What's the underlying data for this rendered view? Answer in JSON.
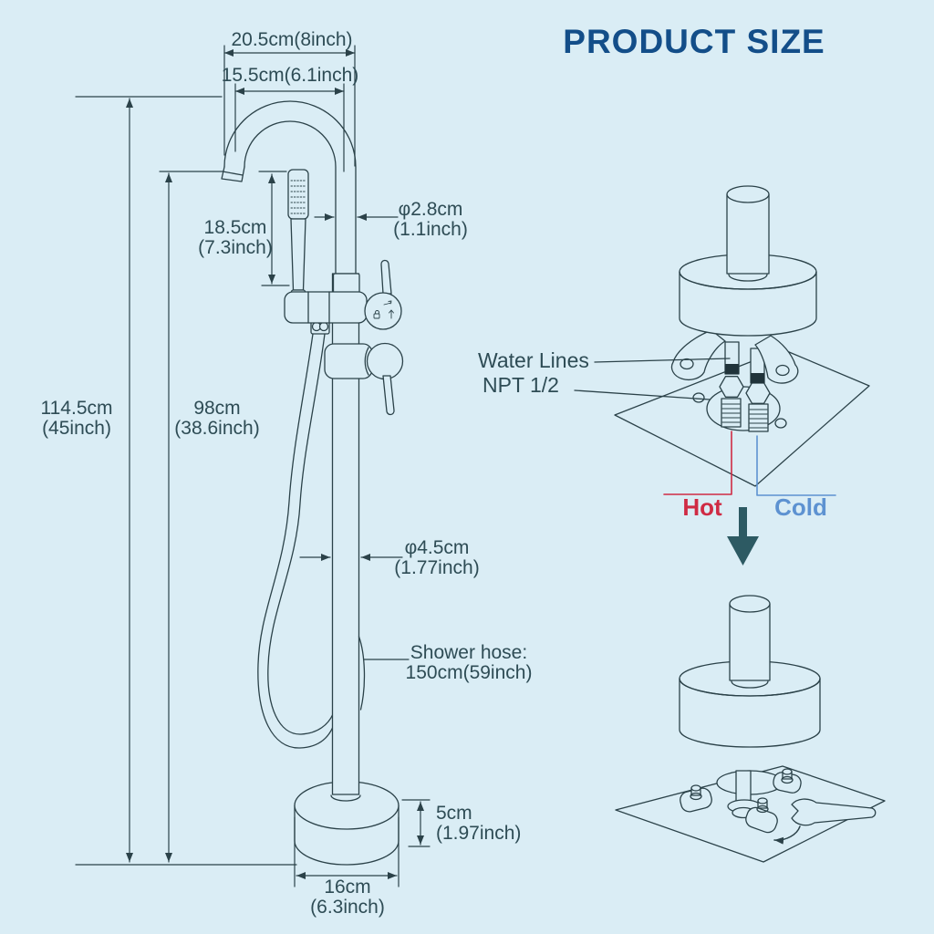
{
  "title": {
    "text": "PRODUCT SIZE"
  },
  "colors": {
    "background": "#daedf5",
    "line": "#2b4249",
    "label_text": "#2e4c55",
    "title_text": "#134e89",
    "hot": "#cf2b44",
    "cold": "#5d92d1",
    "arrow": "#2d5a63"
  },
  "icons": {
    "down_arrow": "▼",
    "wrench": "🔧"
  },
  "dimensions": {
    "top_width": {
      "line1": "20.5cm(8inch)"
    },
    "inner_width": {
      "line1": "15.5cm(6.1inch)"
    },
    "handshower_height": {
      "line1": "18.5cm",
      "line2": "(7.3inch)"
    },
    "spout_diameter": {
      "line1": "φ2.8cm",
      "line2": "(1.1inch)"
    },
    "total_height": {
      "line1": "114.5cm",
      "line2": "(45inch)"
    },
    "spout_height": {
      "line1": "98cm",
      "line2": "(38.6inch)"
    },
    "column_diameter": {
      "line1": "φ4.5cm",
      "line2": "(1.77inch)"
    },
    "shower_hose": {
      "line1": "Shower hose:",
      "line2": "150cm(59inch)"
    },
    "base_height": {
      "line1": "5cm",
      "line2": "(1.97inch)"
    },
    "base_diameter": {
      "line1": "16cm",
      "line2": "(6.3inch)"
    }
  },
  "installation": {
    "water_lines_label": "Water Lines",
    "npt_label": "NPT 1/2",
    "hot_label": "Hot",
    "cold_label": "Cold"
  }
}
